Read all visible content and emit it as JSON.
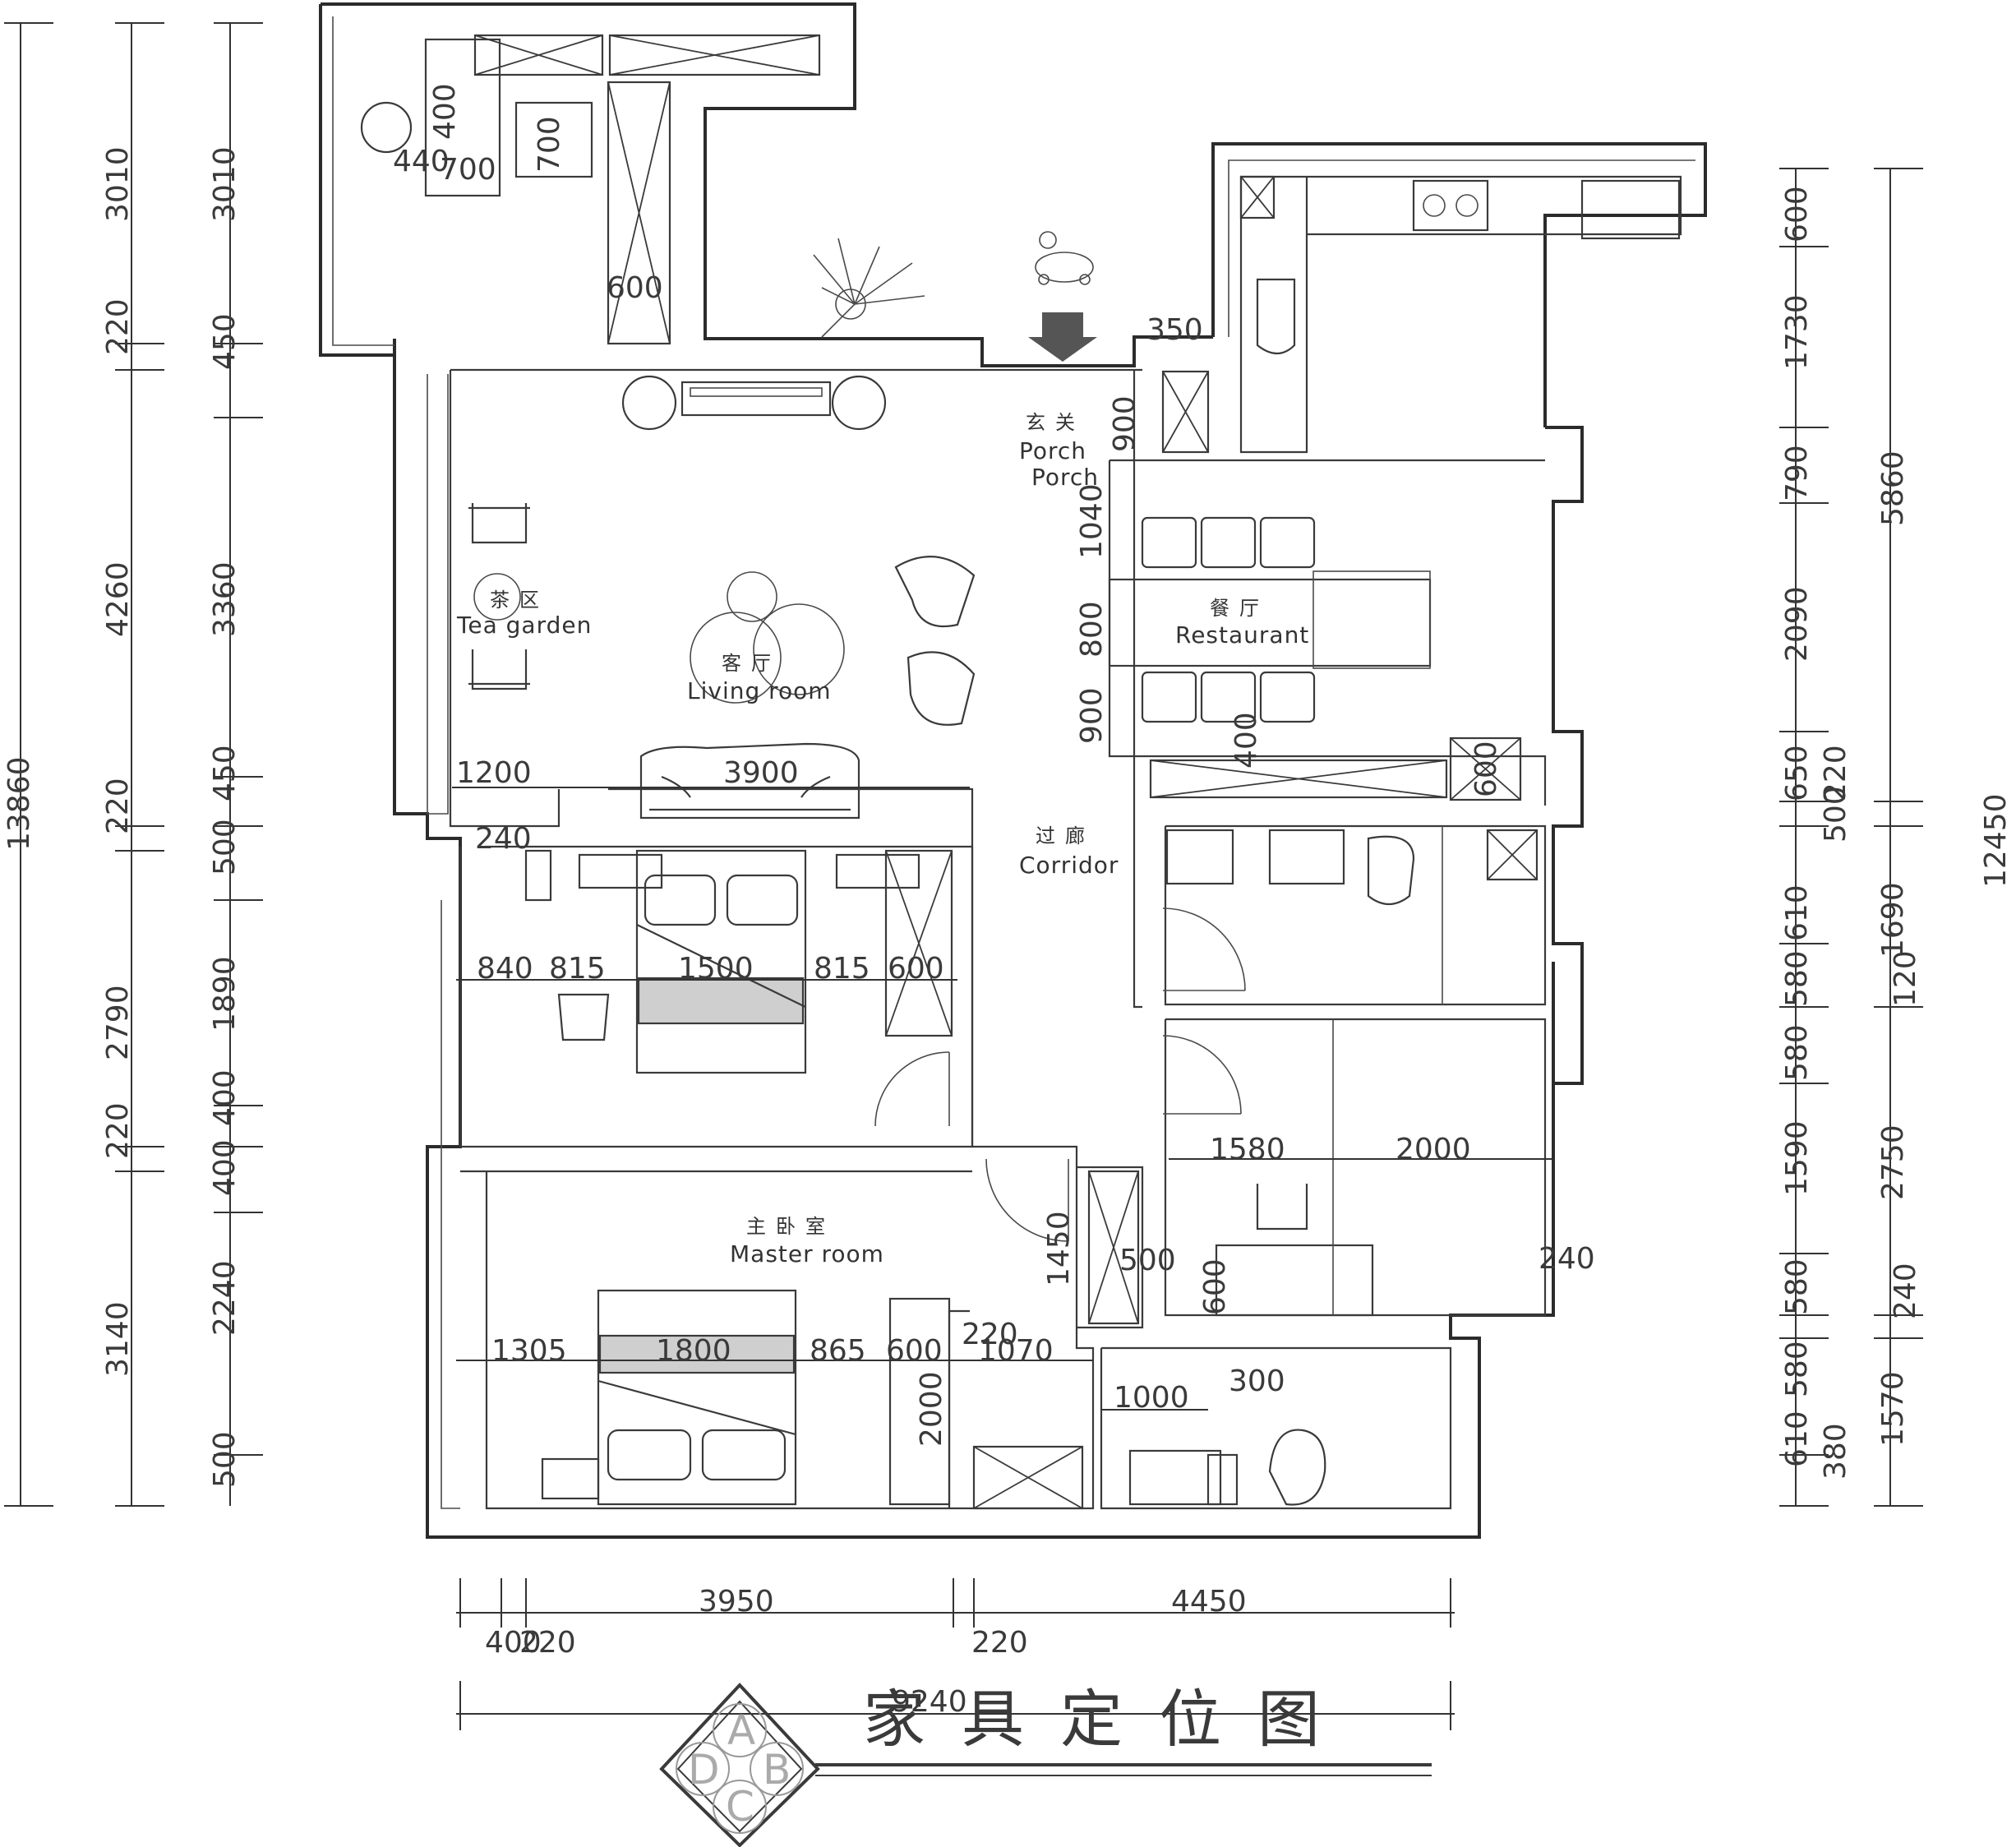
{
  "title": "家具定位图",
  "rooms": {
    "porch": {
      "cn": "玄关",
      "en": "Porch",
      "en_overlap": "Porch"
    },
    "tea_garden": {
      "cn": "茶区",
      "en": "Tea garden"
    },
    "living_room": {
      "cn": "客厅",
      "en": "Living room"
    },
    "restaurant": {
      "cn": "餐厅",
      "en": "Restaurant"
    },
    "corridor": {
      "cn": "过廊",
      "en": "Corridor"
    },
    "master_room": {
      "cn": "主卧室",
      "en": "Master room"
    }
  },
  "left_dims_outer": [
    "3010",
    "220",
    "4260",
    "220",
    "2790",
    "220",
    "3140",
    "13860"
  ],
  "left_dims_inner": [
    "3010",
    "450",
    "3360",
    "450",
    "500",
    "1890",
    "400",
    "400",
    "2240",
    "500"
  ],
  "right_dims_inner": [
    "600",
    "1730",
    "790",
    "2090",
    "650",
    "500",
    "610",
    "580",
    "580",
    "1590",
    "580",
    "580",
    "610",
    "220",
    "120",
    "240",
    "380"
  ],
  "right_dims_outer": [
    "5860",
    "1690",
    "2750",
    "1570",
    "12450"
  ],
  "bottom_dims": {
    "row1": [
      "400",
      "220",
      "3950",
      "220",
      "4450"
    ],
    "total": "9240"
  },
  "interior_dims": {
    "balcony": [
      "440",
      "700",
      "400",
      "700",
      "600"
    ],
    "entry": [
      "350",
      "900"
    ],
    "dining": [
      "1040",
      "800",
      "900",
      "400",
      "600"
    ],
    "living": [
      "1200",
      "3900"
    ],
    "second_bedroom": [
      "240",
      "840",
      "815",
      "1500",
      "815",
      "600"
    ],
    "study": [
      "1580",
      "2000",
      "600",
      "500",
      "240"
    ],
    "master": [
      "1305",
      "1800",
      "865",
      "600",
      "220",
      "1070",
      "1450",
      "2000"
    ],
    "bath": [
      "1000",
      "300"
    ]
  },
  "badge_letters": [
    "A",
    "B",
    "C",
    "D"
  ]
}
